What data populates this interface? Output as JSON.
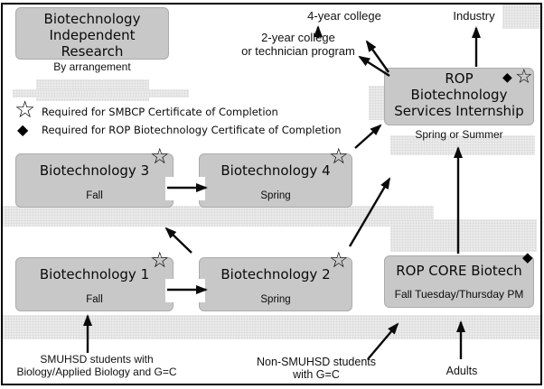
{
  "legend": {
    "star_symbol": "☆",
    "diamond_symbol": "◆",
    "star_label": "Required for SMBCP Certificate of Completion",
    "diamond_label": "Required for ROP Biotechnology Certificate of Completion"
  },
  "boxes": {
    "independent_research": {
      "line1": "Biotechnology",
      "line2": "Independent",
      "line3": "Research",
      "caption": "By arrangement"
    },
    "rop_internship": {
      "line1": "ROP",
      "line2": "Biotechnology",
      "line3": "Services Internship",
      "caption": "Spring or Summer",
      "diamond": "◆",
      "star": "☆"
    },
    "biotech3": {
      "title": "Biotechnology 3",
      "term": "Fall",
      "star": "☆"
    },
    "biotech4": {
      "title": "Biotechnology 4",
      "term": "Spring",
      "star": "☆"
    },
    "biotech1": {
      "title": "Biotechnology 1",
      "term": "Fall",
      "star": "☆"
    },
    "biotech2": {
      "title": "Biotechnology 2",
      "term": "Spring",
      "star": "☆"
    },
    "rop_core": {
      "title": "ROP CORE Biotech",
      "term": "Fall Tuesday/Thursday PM",
      "diamond": "◆"
    }
  },
  "outcomes": {
    "four_year": "4-year college",
    "two_year_line1": "2-year college",
    "two_year_line2": "or technician program",
    "industry": "Industry"
  },
  "entry_points": {
    "smuhsd_line1": "SMUHSD students with",
    "smuhsd_line2": "Biology/Applied Biology and G=C",
    "non_smuhsd_line1": "Non-SMUHSD students",
    "non_smuhsd_line2": "with G=C",
    "adults": "Adults"
  },
  "colors": {
    "box_fill": "#c8c8c8",
    "box_edge": "#ababab",
    "arrow": "#0a0a0a",
    "frame": "#000000",
    "background": "#ffffff",
    "patch": "#ebebeb"
  }
}
